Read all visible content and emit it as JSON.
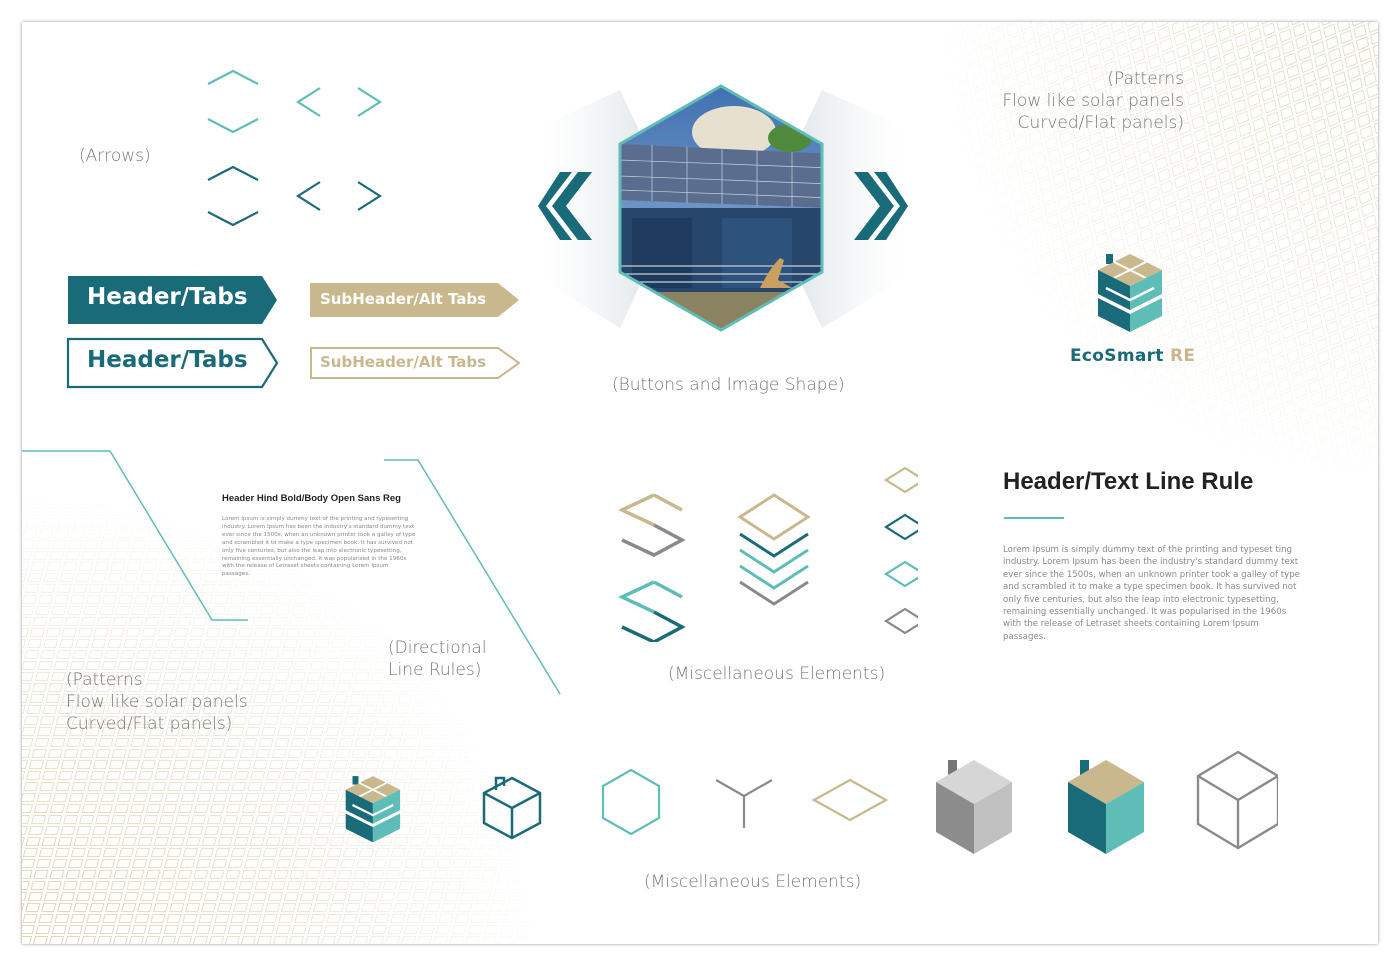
{
  "colors": {
    "teal_dark": "#1a6b7a",
    "teal_light": "#5fbdb8",
    "gold": "#c9b88d",
    "gray": "#8a8a8a",
    "text_gray": "#777777"
  },
  "captions": {
    "arrows": "(Arrows)",
    "patterns_top": [
      "(Patterns",
      "Flow like solar panels",
      "Curved/Flat panels)"
    ],
    "buttons_image_shape": "(Buttons and Image Shape)",
    "directional_line_rules": [
      "(Directional",
      "Line Rules)"
    ],
    "patterns_bottom": [
      "(Patterns",
      "Flow like solar panels",
      "Curved/Flat panels)"
    ],
    "misc_elements_mid": "(Miscellaneous Elements)",
    "misc_elements_bottom": "(Miscellaneous Elements)"
  },
  "tabs": {
    "header_filled": "Header/Tabs",
    "header_outline": "Header/Tabs",
    "subheader_filled": "SubHeader/Alt Tabs",
    "subheader_outline": "SubHeader/Alt Tabs"
  },
  "brand": {
    "eco": "EcoSmart",
    "re": "RE"
  },
  "type_sample_small": {
    "header": "Header Hind Bold/Body Open Sans Reg",
    "body": "Lorem Ipsum is simply dummy text of the printing and typesetting industry. Lorem Ipsum has been the industry's standard dummy text ever since the 1500s, when an unknown printer took a galley of type and scrambled it to make a type specimen book. It has survived not only five centuries, but also the leap into electronic typesetting, remaining essentially unchanged. It was popularised in the 1960s with the release of Letraset sheets containing Lorem Ipsum passages."
  },
  "type_sample_large": {
    "header": "Header/Text Line Rule",
    "body": "Lorem Ipsum is simply dummy text of the printing and typeset ting industry. Lorem Ipsum has been the industry's standard dummy text ever since the 1500s, when an unknown printer took a galley of type and scrambled it to make a type specimen book. It has survived not only five centuries, but also the leap into electronic typesetting, remaining essentially unchanged. It was popularised in the 1960s with the release of Letraset sheets containing Lorem Ipsum passages."
  },
  "icons": {
    "arrows": [
      "chevron-up-icon",
      "chevron-down-icon",
      "chevron-left-icon",
      "chevron-right-icon"
    ],
    "image_nav": [
      "double-chevron-left-icon",
      "double-chevron-right-icon"
    ],
    "misc_row": [
      "ecosmart-logo-icon",
      "house-cube-outline-icon",
      "hexagon-outline-icon",
      "y-junction-icon",
      "diamond-outline-icon",
      "gray-house-cube-icon",
      "color-house-cube-icon",
      "cube-outline-icon"
    ]
  }
}
